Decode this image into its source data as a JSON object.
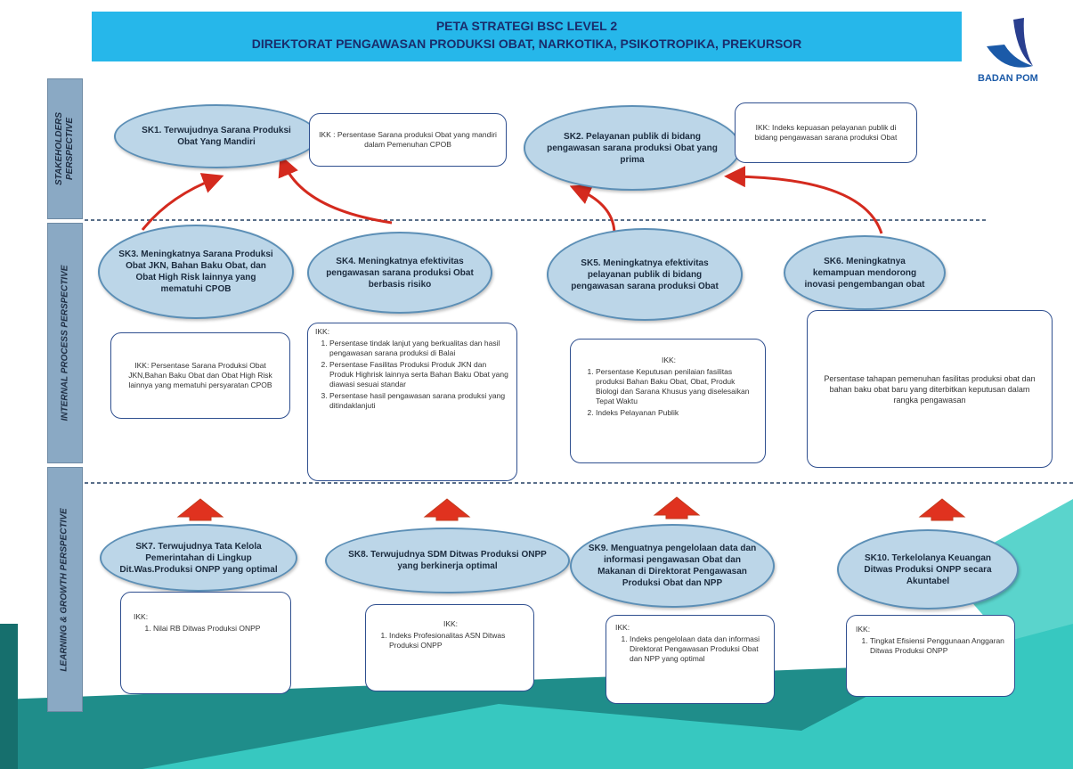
{
  "header": {
    "line1": "PETA STRATEGI BSC LEVEL 2",
    "line2": "DIREKTORAT PENGAWASAN PRODUKSI OBAT, NARKOTIKA, PSIKOTROPIKA, PREKURSOR"
  },
  "logo": {
    "text": "BADAN POM",
    "color": "#1b5aa8"
  },
  "perspectives": {
    "stakeholders": "STAKEHOLDERS PERSPECTIVE",
    "internal": "INTERNAL PROCESS PERSPECTIVE",
    "learning": "LEARNING & GROWTH PERSPECTIVE"
  },
  "objectives": {
    "sk1": "SK1. Terwujudnya Sarana Produksi Obat Yang Mandiri",
    "sk2": "SK2. Pelayanan publik di bidang pengawasan sarana produksi Obat yang prima",
    "sk3": "SK3. Meningkatnya Sarana Produksi Obat JKN, Bahan Baku Obat, dan Obat High Risk lainnya yang mematuhi CPOB",
    "sk4": "SK4. Meningkatnya efektivitas pengawasan sarana produksi Obat berbasis risiko",
    "sk5": "SK5. Meningkatnya efektivitas pelayanan publik di bidang pengawasan sarana produksi Obat",
    "sk6": "SK6. Meningkatnya kemampuan mendorong inovasi pengembangan obat",
    "sk7": "SK7. Terwujudnya Tata Kelola Pemerintahan di Lingkup Dit.Was.Produksi ONPP yang optimal",
    "sk8": "SK8. Terwujudnya SDM Ditwas Produksi ONPP yang berkinerja optimal",
    "sk9": "SK9. Menguatnya pengelolaan data dan informasi pengawasan Obat dan Makanan di Direktorat Pengawasan Produksi Obat dan NPP",
    "sk10": "SK10. Terkelolanya Keuangan Ditwas Produksi ONPP secara Akuntabel"
  },
  "indicators": {
    "sk1": "IKK : Persentase Sarana produksi Obat yang mandiri dalam Pemenuhan CPOB",
    "sk2": "IKK: Indeks kepuasan pelayanan publik di bidang pengawasan sarana produksi Obat",
    "sk3": "IKK: Persentase Sarana Produksi Obat JKN,Bahan Baku Obat dan Obat High Risk lainnya yang mematuhi persyaratan CPOB",
    "sk4": {
      "title": "IKK:",
      "items": [
        "Persentase tindak lanjut yang berkualitas dan hasil pengawasan sarana produksi di Balai",
        "Persentase Fasilitas Produksi Produk JKN dan Produk Highrisk lainnya serta Bahan Baku Obat yang diawasi sesuai standar",
        "Persentase hasil pengawasan sarana produksi yang ditindaklanjuti"
      ]
    },
    "sk5": {
      "title": "IKK:",
      "items": [
        "Persentase Keputusan penilaian fasilitas produksi Bahan Baku Obat, Obat, Produk Biologi dan Sarana Khusus yang diselesaikan Tepat Waktu",
        "Indeks Pelayanan Publik"
      ]
    },
    "sk6": "Persentase tahapan pemenuhan fasilitas produksi obat dan bahan baku obat baru yang diterbitkan keputusan dalam rangka pengawasan",
    "sk7": {
      "title": "IKK:",
      "items": [
        "Nilai RB Ditwas Produksi ONPP"
      ]
    },
    "sk8": {
      "title": "IKK:",
      "items": [
        "Indeks Profesionalitas ASN Ditwas Produksi ONPP"
      ]
    },
    "sk9": {
      "title": "IKK:",
      "items": [
        "Indeks pengelolaan data dan informasi Direktorat Pengawasan Produksi Obat dan NPP yang optimal"
      ]
    },
    "sk10": {
      "title": "IKK:",
      "items": [
        "Tingkat Efisiensi Penggunaan Anggaran Ditwas Produksi ONPP"
      ]
    }
  },
  "colors": {
    "header": "#26b7ea",
    "ellipse_fill": "#bcd6e8",
    "ellipse_border": "#5c8fb6",
    "arrow_red": "#d42a1e",
    "footer_teal": "#2cb8b0"
  }
}
